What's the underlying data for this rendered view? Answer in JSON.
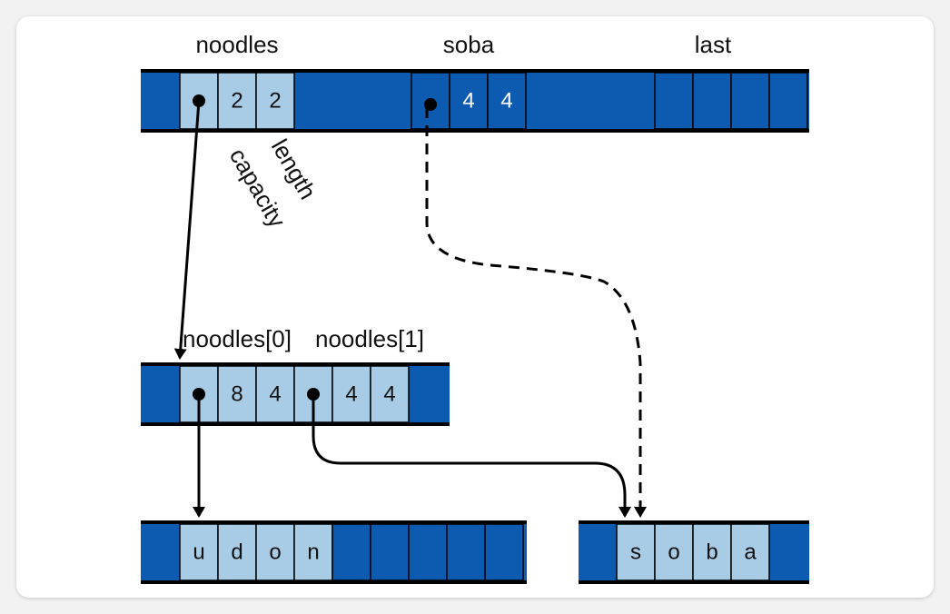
{
  "labels": {
    "noodles": "noodles",
    "soba": "soba",
    "last": "last",
    "capacity": "capacity",
    "length": "length",
    "noodles0": "noodles[0]",
    "noodles1": "noodles[1]"
  },
  "stack": {
    "noodles_capacity": "2",
    "noodles_length": "2",
    "soba_capacity": "4",
    "soba_length": "4"
  },
  "heap_vec": {
    "n0_capacity": "8",
    "n0_length": "4",
    "n1_capacity": "4",
    "n1_length": "4"
  },
  "udon_chars": [
    "u",
    "d",
    "o",
    "n"
  ],
  "soba_chars": [
    "s",
    "o",
    "b",
    "a"
  ],
  "colors": {
    "dark_blue": "#0d5bb0",
    "light_blue": "#a8cbe6",
    "border": "#000000",
    "white_text": "#ffffff"
  }
}
